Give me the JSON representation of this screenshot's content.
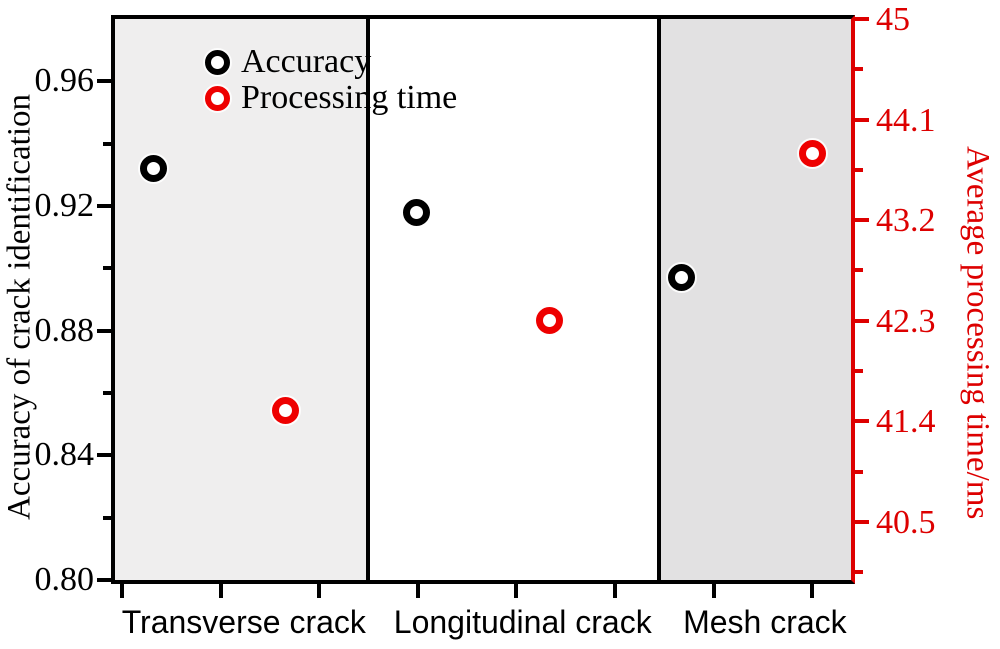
{
  "chart_data": {
    "type": "scatter",
    "title": "",
    "categories": [
      "Transverse crack",
      "Longitudinal crack",
      "Mesh crack"
    ],
    "series": [
      {
        "name": "Accuracy",
        "axis": "left",
        "marker": "open-circle",
        "color": "#000000",
        "values": [
          0.932,
          0.918,
          0.897
        ],
        "x_fractions": [
          0.052,
          0.41,
          0.77
        ]
      },
      {
        "name": "Processing time",
        "axis": "right",
        "marker": "open-circle",
        "color": "#ee0000",
        "values": [
          41.5,
          42.3,
          43.8
        ],
        "x_fractions": [
          0.231,
          0.59,
          0.948
        ]
      }
    ],
    "left_axis": {
      "label": "Accuracy of crack identification",
      "min": 0.8,
      "max": 0.98,
      "labeled_ticks": [
        {
          "v": 0.96,
          "label": "0.96"
        },
        {
          "v": 0.92,
          "label": "0.92"
        },
        {
          "v": 0.88,
          "label": "0.88"
        },
        {
          "v": 0.84,
          "label": "0.84"
        },
        {
          "v": 0.8,
          "label": "0.80"
        }
      ],
      "minor_ticks": [
        0.94,
        0.9,
        0.86,
        0.82
      ],
      "color": "#000000"
    },
    "right_axis": {
      "label": "Average processing time/ms",
      "min": 39.98,
      "max": 45,
      "labeled_ticks": [
        {
          "v": 45,
          "label": "45"
        },
        {
          "v": 44.1,
          "label": "44.1"
        },
        {
          "v": 43.2,
          "label": "43.2"
        },
        {
          "v": 42.3,
          "label": "42.3"
        },
        {
          "v": 41.4,
          "label": "41.4"
        },
        {
          "v": 40.5,
          "label": "40.5"
        }
      ],
      "minor_ticks": [
        44.55,
        43.65,
        42.75,
        41.85,
        40.95,
        40.05
      ],
      "color": "#dd0000"
    },
    "x_axis": {
      "color": "#000000",
      "tick_fractions": [
        0.0095,
        0.1435,
        0.2774,
        0.4114,
        0.5454,
        0.6793,
        0.8133,
        0.9473
      ],
      "category_center_fractions": [
        0.175,
        0.554,
        0.883
      ]
    },
    "panels": [
      {
        "from": 0.0,
        "to": 0.3438,
        "fill": "#efeeee"
      },
      {
        "from": 0.3438,
        "to": 0.7391,
        "fill": "#ffffff"
      },
      {
        "from": 0.7391,
        "to": 1.0,
        "fill": "#e2e1e2"
      }
    ],
    "legend": {
      "position": "top-left-inside",
      "entries": [
        "Accuracy",
        "Processing time"
      ]
    },
    "grid": false
  }
}
